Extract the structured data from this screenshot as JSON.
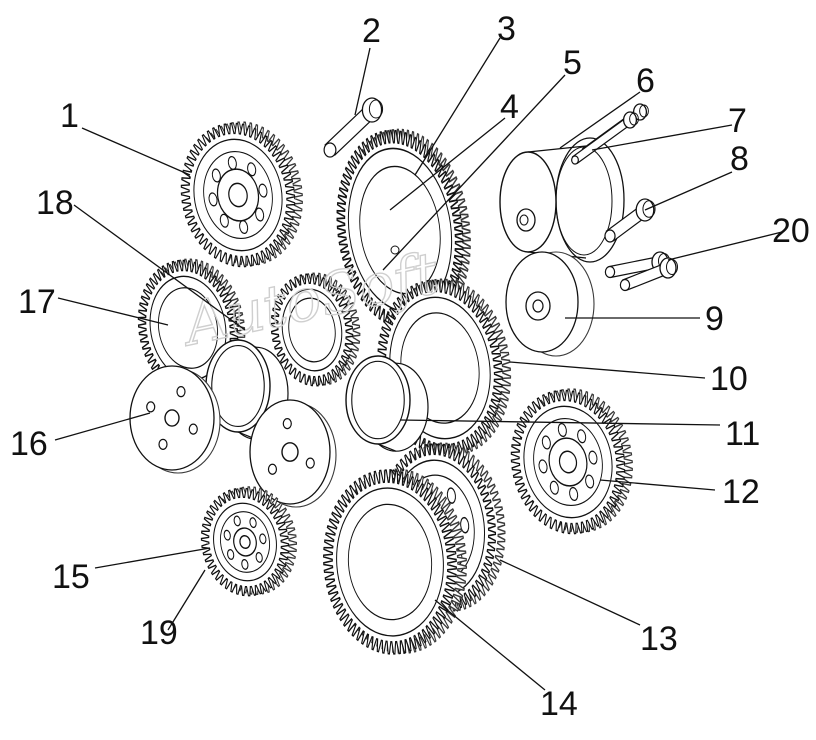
{
  "watermark": "AutoSoft",
  "colors": {
    "ink": "#111111",
    "teeth": "#3a3a3a",
    "leader": "#111111",
    "watermark": "#cfcfcf"
  },
  "callouts": [
    {
      "id": "1",
      "text": "1"
    },
    {
      "id": "2",
      "text": "2"
    },
    {
      "id": "3",
      "text": "3"
    },
    {
      "id": "4",
      "text": "4"
    },
    {
      "id": "5",
      "text": "5"
    },
    {
      "id": "6",
      "text": "6"
    },
    {
      "id": "7",
      "text": "7"
    },
    {
      "id": "8",
      "text": "8"
    },
    {
      "id": "9",
      "text": "9"
    },
    {
      "id": "10",
      "text": "10"
    },
    {
      "id": "11",
      "text": "11"
    },
    {
      "id": "12",
      "text": "12"
    },
    {
      "id": "13",
      "text": "13"
    },
    {
      "id": "14",
      "text": "14"
    },
    {
      "id": "15",
      "text": "15"
    },
    {
      "id": "16",
      "text": "16"
    },
    {
      "id": "17",
      "text": "17"
    },
    {
      "id": "18",
      "text": "18"
    },
    {
      "id": "19",
      "text": "19"
    },
    {
      "id": "20",
      "text": "20"
    }
  ]
}
